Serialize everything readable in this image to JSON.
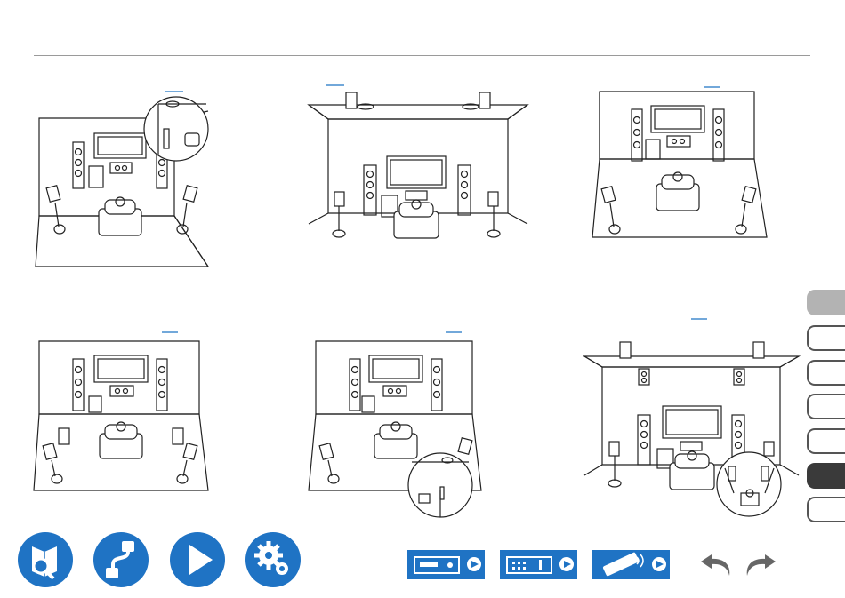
{
  "page": {
    "diagrams": [
      {
        "name": "layout-front-high-speakers",
        "callout": "top-right"
      },
      {
        "name": "layout-top-middle-speakers",
        "callout": "none"
      },
      {
        "name": "layout-top-front-ceiling",
        "callout": "none"
      },
      {
        "name": "layout-surround-back-speakers",
        "callout": "none"
      },
      {
        "name": "layout-dolby-enabled-speakers",
        "callout": "bottom-right"
      },
      {
        "name": "layout-front-wide-speakers",
        "callout": "bottom-right"
      }
    ]
  },
  "side_tabs": [
    {
      "name": "tab-1",
      "state": "highlighted"
    },
    {
      "name": "tab-2",
      "state": "normal"
    },
    {
      "name": "tab-3",
      "state": "normal"
    },
    {
      "name": "tab-4",
      "state": "normal"
    },
    {
      "name": "tab-5",
      "state": "normal"
    },
    {
      "name": "tab-6",
      "state": "active"
    },
    {
      "name": "tab-7",
      "state": "normal"
    }
  ],
  "bottom_nav": {
    "buttons": [
      "contents-icon",
      "connections-icon",
      "playback-icon",
      "setup-icon"
    ],
    "device_buttons": [
      "front-panel-icon",
      "rear-panel-icon",
      "remote-control-icon"
    ],
    "history": [
      "back-arrow-icon",
      "forward-arrow-icon"
    ]
  },
  "colors": {
    "accent": "#1f73c4",
    "active_tab": "#3a3a3a",
    "highlight_tab": "#b3b3b3"
  }
}
